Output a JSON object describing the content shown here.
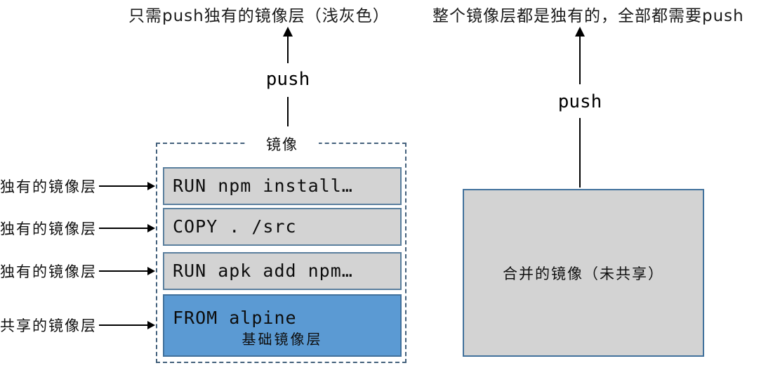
{
  "captions": {
    "left": "只需push独有的镜像层（浅灰色）",
    "right": "整个镜像层都是独有的，全部都需要push"
  },
  "push": {
    "left": "push",
    "right": "push"
  },
  "image_box": {
    "title": "镜像",
    "layers": [
      {
        "label": "RUN npm install…",
        "type": "unique"
      },
      {
        "label": "COPY . /src",
        "type": "unique"
      },
      {
        "label": "RUN apk add npm…",
        "type": "unique"
      },
      {
        "label": "FROM alpine",
        "sublabel": "基础镜像层",
        "type": "shared"
      }
    ]
  },
  "side_labels": [
    {
      "label": "独有的镜像层"
    },
    {
      "label": "独有的镜像层"
    },
    {
      "label": "独有的镜像层"
    },
    {
      "label": "共享的镜像层"
    }
  ],
  "merged_box": {
    "label": "合并的镜像（未共享）"
  },
  "colors": {
    "unique_layer_fill": "#d3d3d3",
    "unique_layer_border": "#5a7f9e",
    "shared_layer_fill": "#5b9ad3",
    "shared_layer_border": "#41719c",
    "dashed_box_border": "#44617c",
    "merged_box_fill": "#d3d3d3",
    "merged_box_border": "#41719c",
    "arrow": "#000000",
    "background": "#ffffff"
  }
}
